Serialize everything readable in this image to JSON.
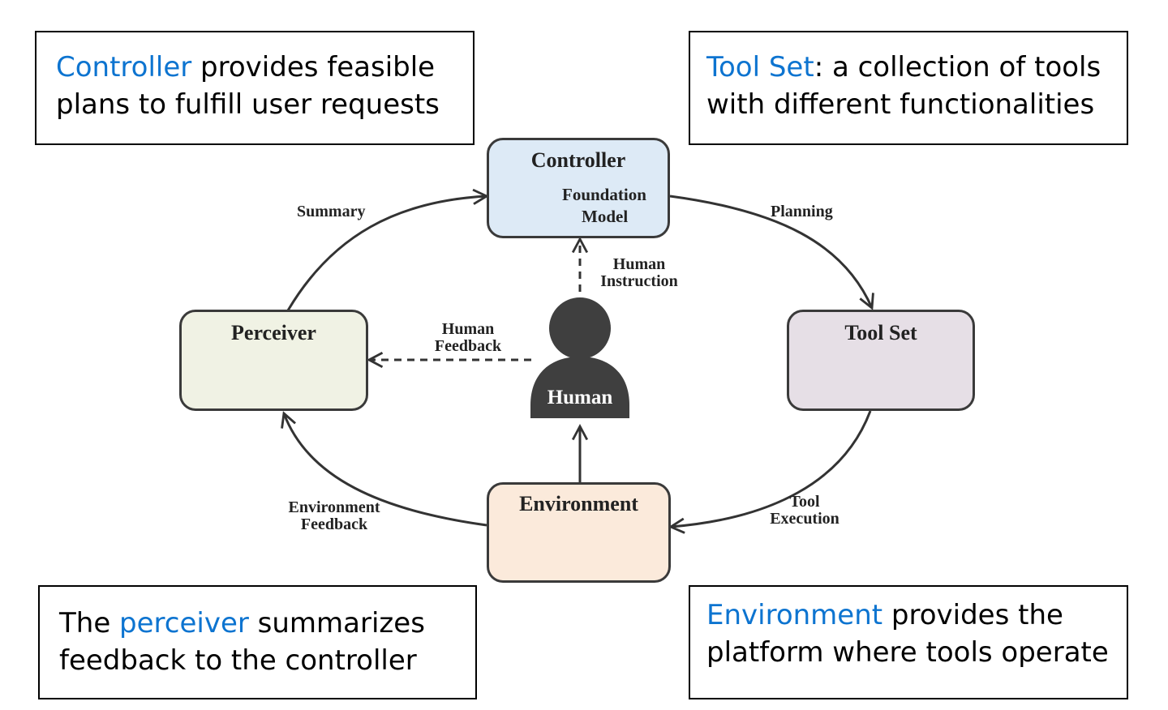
{
  "callouts": {
    "controller": {
      "highlight": "Controller",
      "line1_rest": " provides feasible",
      "line2": "plans to fulfill user requests"
    },
    "toolset": {
      "highlight": "Tool Set",
      "line1_rest": ": a collection of tools",
      "line2": "with different functionalities"
    },
    "perceiver": {
      "line1_pre": "The ",
      "highlight": "perceiver",
      "line1_rest": " summarizes",
      "line2": "feedback to the controller"
    },
    "environment": {
      "highlight": "Environment",
      "line1_rest": " provides the",
      "line2": "platform where tools operate"
    }
  },
  "nodes": {
    "controller": {
      "title": "Controller",
      "sub1": "Foundation",
      "sub2": "Model",
      "icon": "robot-icon",
      "fill": "#ddeaf6"
    },
    "toolset": {
      "title": "Tool Set",
      "icons": [
        "network-graph-icon",
        "database-server-icon",
        "globe-icon",
        "more-dots-icon"
      ],
      "fill": "#e6dfe6"
    },
    "perceiver": {
      "title": "Perceiver",
      "icon": "document-search-icon",
      "fill": "#f0f2e4"
    },
    "environment": {
      "title": "Environment",
      "icon": "code-monitor-icon",
      "fill": "#fbeadb"
    },
    "human": {
      "title": "Human",
      "icon": "person-icon",
      "fill": "#3f3f3f"
    }
  },
  "edges": {
    "summary": "Summary",
    "planning": "Planning",
    "tool_execution_1": "Tool",
    "tool_execution_2": "Execution",
    "env_feedback_1": "Environment",
    "env_feedback_2": "Feedback",
    "human_instruction_1": "Human",
    "human_instruction_2": "Instruction",
    "human_feedback_1": "Human",
    "human_feedback_2": "Feedback"
  },
  "colors": {
    "highlight": "#0d74d0",
    "edge": "#333333"
  }
}
